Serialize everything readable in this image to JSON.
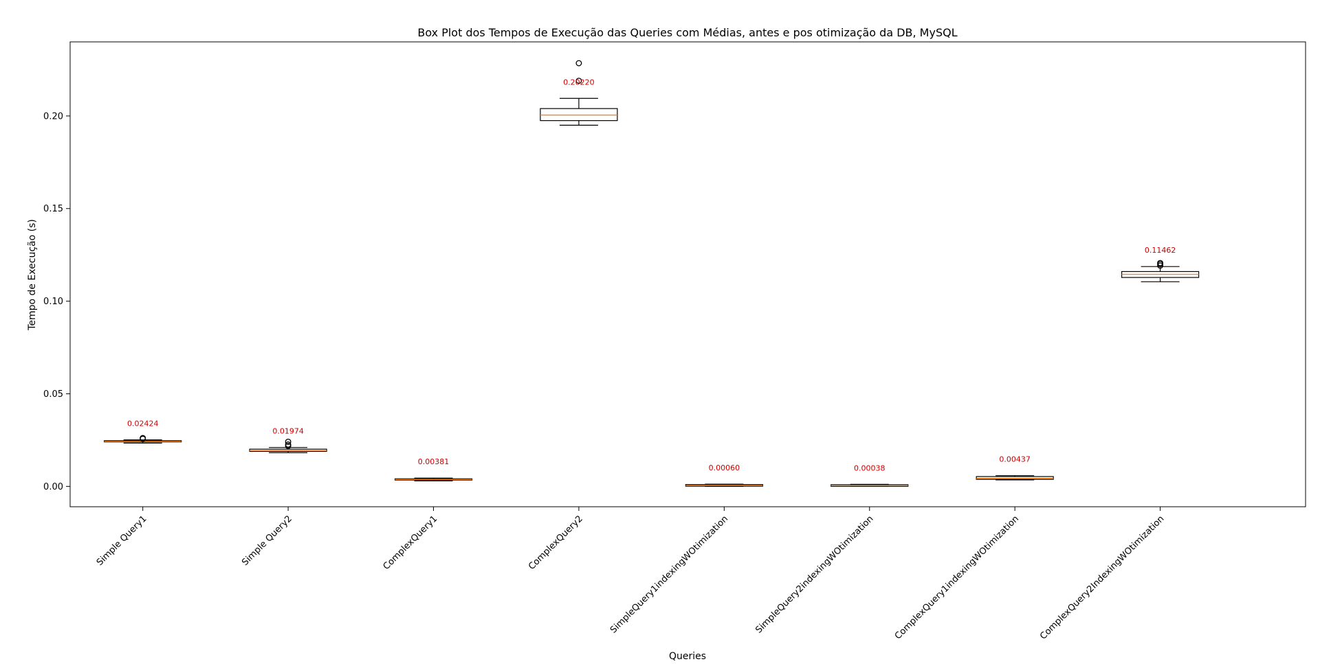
{
  "chart_data": {
    "type": "box",
    "title": "Box Plot dos Tempos de Execução das Queries com Médias, antes e pos otimização da DB, MySQL",
    "xlabel": "Queries",
    "ylabel": "Tempo de Execução (s)",
    "ylim": [
      -0.011,
      0.24
    ],
    "yticks": [
      "0.00",
      "0.05",
      "0.10",
      "0.15",
      "0.20"
    ],
    "grid": false,
    "colors": {
      "box": "#000000",
      "median": "#ff7f0e",
      "mean_label": "#cc0000",
      "axis": "#000000"
    },
    "categories": [
      "Simple Query1",
      "Simple Query2",
      "ComplexQuery1",
      "ComplexQuery2",
      "SimpleQuery1indexingWOtimization",
      "SimpleQuery2indexingWOtimization",
      "ComplexQuery1indexingWOtimization",
      "ComplexQuery2IndexingWOtimization"
    ],
    "boxes": [
      {
        "whisker_low": 0.0234,
        "q1": 0.024,
        "median": 0.0243,
        "q3": 0.0247,
        "whisker_high": 0.0251,
        "fliers": [
          0.0257,
          0.0261
        ],
        "mean": 0.02424,
        "mean_label": "0.02424"
      },
      {
        "whisker_low": 0.0182,
        "q1": 0.0189,
        "median": 0.0193,
        "q3": 0.0201,
        "whisker_high": 0.021,
        "fliers": [
          0.0218,
          0.0226,
          0.0241
        ],
        "mean": 0.01974,
        "mean_label": "0.01974"
      },
      {
        "whisker_low": 0.003,
        "q1": 0.0034,
        "median": 0.0037,
        "q3": 0.0041,
        "whisker_high": 0.0045,
        "fliers": [],
        "mean": 0.00381,
        "mean_label": "0.00381"
      },
      {
        "whisker_low": 0.195,
        "q1": 0.1975,
        "median": 0.2005,
        "q3": 0.204,
        "whisker_high": 0.2095,
        "fliers": [
          0.219,
          0.2285
        ],
        "mean": 0.2022,
        "mean_label": "0.20220"
      },
      {
        "whisker_low": 0.0,
        "q1": 0.0001,
        "median": 0.0005,
        "q3": 0.001,
        "whisker_high": 0.0012,
        "fliers": [],
        "mean": 0.0006,
        "mean_label": "0.00060"
      },
      {
        "whisker_low": 0.0,
        "q1": 0.0,
        "median": 0.0003,
        "q3": 0.0009,
        "whisker_high": 0.0011,
        "fliers": [],
        "mean": 0.00038,
        "mean_label": "0.00038"
      },
      {
        "whisker_low": 0.0035,
        "q1": 0.0038,
        "median": 0.0043,
        "q3": 0.0053,
        "whisker_high": 0.0058,
        "fliers": [],
        "mean": 0.00437,
        "mean_label": "0.00437"
      },
      {
        "whisker_low": 0.1105,
        "q1": 0.1128,
        "median": 0.1145,
        "q3": 0.116,
        "whisker_high": 0.1187,
        "fliers": [
          0.1192,
          0.12,
          0.1206
        ],
        "mean": 0.11462,
        "mean_label": "0.11462"
      }
    ]
  }
}
